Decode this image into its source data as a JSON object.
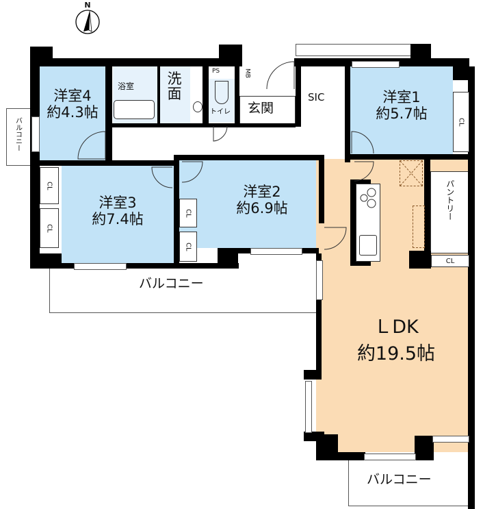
{
  "compass": {
    "label": "N"
  },
  "rooms": {
    "western4": {
      "name": "洋室4",
      "area": "約4.3帖"
    },
    "western3": {
      "name": "洋室3",
      "area": "約7.4帖"
    },
    "western2": {
      "name": "洋室2",
      "area": "約6.9帖"
    },
    "western1": {
      "name": "洋室1",
      "area": "約5.7帖"
    },
    "ldk": {
      "name": "ＬDK",
      "area": "約19.5帖"
    },
    "bath": {
      "name": "浴室"
    },
    "washroom": {
      "name": "洗面"
    },
    "toilet": {
      "name": "トイレ"
    },
    "entrance": {
      "name": "玄関"
    },
    "sic": {
      "name": "SIC"
    },
    "pantry": {
      "name": "パントリー"
    }
  },
  "labels": {
    "ps": "PS",
    "mb": "MB",
    "cl": "CL",
    "balcony": "バルコニー"
  },
  "colors": {
    "western_room": "#c2e3f7",
    "ldk": "#fbdcb5",
    "wet_area": "#e6f2fb",
    "wall": "#000000"
  }
}
